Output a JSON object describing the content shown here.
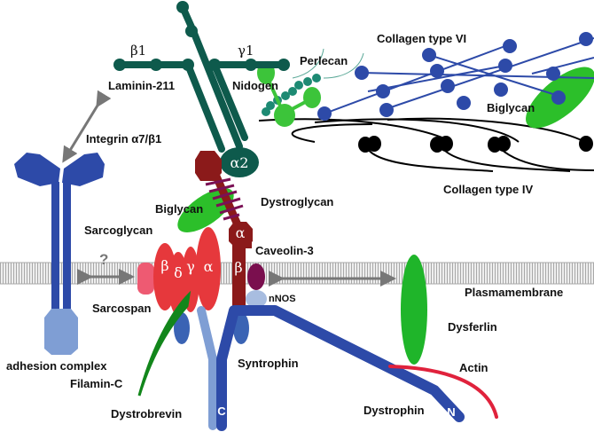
{
  "diagram": {
    "title": "Dystrophin-glycoprotein complex at the muscle plasma membrane",
    "colors": {
      "laminin": "#0e5a4c",
      "integrin": "#2d4aa8",
      "adhesion_complex": "#7f9ed4",
      "dystroglycan": "#8b1a1a",
      "sarcoglycan": "#e6383c",
      "sarcospan": "#ee5a72",
      "caveolin": "#7a0f4e",
      "nnos": "#a8bde0",
      "syntrophin": "#3a63b4",
      "dystrobrevin": "#7f9ed4",
      "dystrophin": "#2d4aa8",
      "dysferlin": "#1fb52a",
      "biglycan": "#2cbf2a",
      "filamin_c": "#12861b",
      "actin": "#e0223c",
      "collagen_vi": "#2d4aa8",
      "collagen_iv": "#000000",
      "nidogen": "#3cc43a",
      "perlecan": "#1d8a73",
      "membrane_stripe": "#a8a8a8",
      "arrow": "#777777"
    },
    "labels": {
      "laminin": "Laminin-211",
      "beta1": "β1",
      "gamma1": "γ1",
      "alpha2": "α2",
      "nidogen": "Nidogen",
      "perlecan": "Perlecan",
      "collagen_vi": "Collagen type VI",
      "biglycan_ecm": "Biglycan",
      "collagen_iv": "Collagen type IV",
      "integrin": "Integrin α7/β1",
      "biglycan": "Biglycan",
      "dystroglycan": "Dystroglycan",
      "dg_alpha": "α",
      "dg_beta": "β",
      "sarcoglycan": "Sarcoglycan",
      "sg_beta": "β",
      "sg_delta": "δ",
      "sg_gamma": "γ",
      "sg_alpha": "α",
      "question": "?",
      "caveolin": "Caveolin-3",
      "plasmamembrane": "Plasmamembrane",
      "sarcospan": "Sarcospan",
      "nnos": "nNOS",
      "dysferlin": "Dysferlin",
      "adhesion_complex": "adhesion complex",
      "syntrophin": "Syntrophin",
      "actin": "Actin",
      "filamin_c": "Filamin-C",
      "dystrobrevin": "Dystrobrevin",
      "dystrophin": "Dystrophin",
      "c_term": "C",
      "n_term": "N"
    }
  }
}
